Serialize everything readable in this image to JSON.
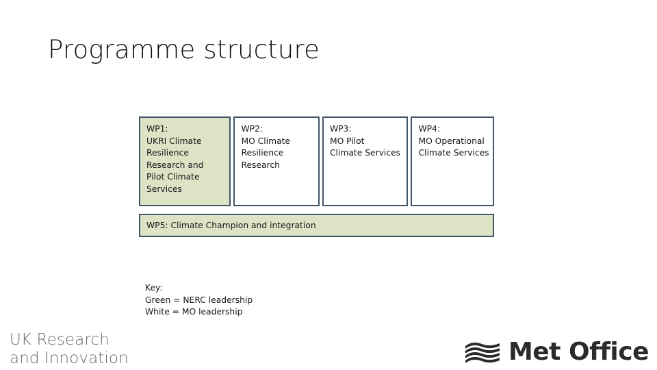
{
  "slide": {
    "title": "Programme structure"
  },
  "diagram": {
    "workpackages": [
      {
        "id": "wp1",
        "fill": "green",
        "lines": [
          "WP1:",
          "UKRI Climate",
          "Resilience",
          "Research and",
          "Pilot Climate",
          "Services"
        ]
      },
      {
        "id": "wp2",
        "fill": "white",
        "lines": [
          "WP2:",
          "MO Climate",
          "Resilience",
          "Research"
        ]
      },
      {
        "id": "wp3",
        "fill": "white",
        "lines": [
          "WP3:",
          "MO Pilot",
          "Climate Services"
        ]
      },
      {
        "id": "wp4",
        "fill": "white",
        "lines": [
          "WP4:",
          "MO Operational",
          "Climate Services"
        ]
      }
    ],
    "wp5": {
      "id": "wp5",
      "fill": "green",
      "label": "WP5: Climate Champion and integration"
    }
  },
  "key": {
    "lines": [
      "Key:",
      "Green = NERC leadership",
      "White = MO leadership"
    ]
  },
  "logos": {
    "ukri": {
      "lines": [
        "UK Research",
        "and Innovation"
      ]
    },
    "met_office": {
      "wordmark": "Met Office"
    }
  },
  "colors": {
    "box_border": "#44546a",
    "green_fill": "#dde3c4",
    "white_fill": "#ffffff",
    "text": "#17171a",
    "title_text": "#0d0d0d",
    "ukri_gray": "#6b6b6b",
    "met_dark": "#2b2b2b",
    "slide_background": "#ffffff"
  }
}
